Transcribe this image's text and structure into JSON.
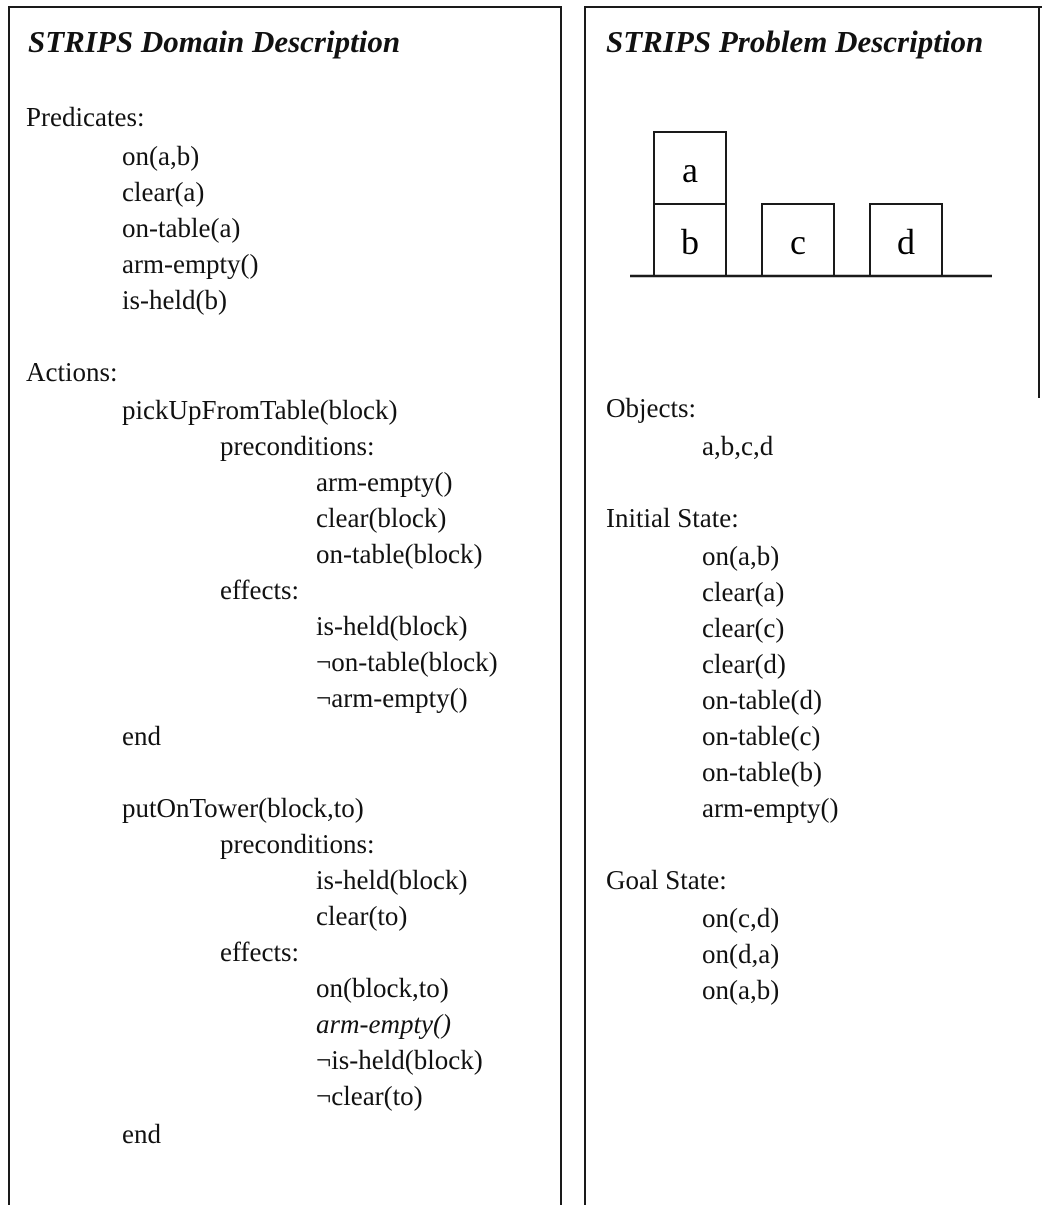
{
  "domain_panel": {
    "title": "STRIPS Domain Description",
    "predicates_label": "Predicates:",
    "predicates": [
      "on(a,b)",
      "clear(a)",
      "on-table(a)",
      "arm-empty()",
      "is-held(b)"
    ],
    "actions_label": "Actions:",
    "actions": [
      {
        "signature": "pickUpFromTable(block)",
        "preconditions_label": "preconditions:",
        "preconditions": [
          "arm-empty()",
          "clear(block)",
          "on-table(block)"
        ],
        "effects_label": "effects:",
        "effects": [
          "is-held(block)",
          "¬on-table(block)",
          "¬arm-empty()"
        ],
        "end_label": "end"
      },
      {
        "signature": "putOnTower(block,to)",
        "preconditions_label": "preconditions:",
        "preconditions": [
          "is-held(block)",
          "clear(to)"
        ],
        "effects_label": "effects:",
        "effects": [
          "on(block,to)",
          "arm-empty()",
          "¬is-held(block)",
          "¬clear(to)"
        ],
        "end_label": "end"
      }
    ]
  },
  "problem_panel": {
    "title": "STRIPS Problem Description",
    "blocks": [
      "a",
      "b",
      "c",
      "d"
    ],
    "objects_label": "Objects:",
    "objects": "a,b,c,d",
    "initial_state_label": "Initial State:",
    "initial_state": [
      "on(a,b)",
      "clear(a)",
      "clear(c)",
      "clear(d)",
      "on-table(d)",
      "on-table(c)",
      "on-table(b)",
      "arm-empty()"
    ],
    "goal_state_label": "Goal State:",
    "goal_state": [
      "on(c,d)",
      "on(d,a)",
      "on(a,b)"
    ]
  }
}
